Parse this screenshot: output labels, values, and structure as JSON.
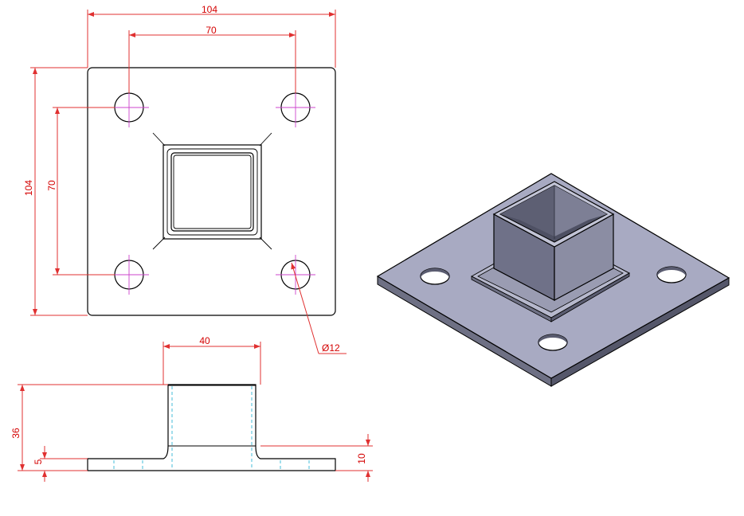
{
  "dimensions": {
    "top_width": "104",
    "top_hole_spacing_x": "70",
    "left_height": "104",
    "left_hole_spacing_y": "70",
    "hole_diameter": "Ø12",
    "tube_width": "40",
    "total_height": "36",
    "plate_thickness": "5",
    "boss_height": "10"
  },
  "colors": {
    "dimension": "#d40000",
    "centerline": "#cc44cc",
    "hidden_line": "#33b7d6",
    "plate_top": "#a8aac2",
    "plate_side": "#6e7084",
    "tube_front": "#6f7188",
    "tube_side": "#8b8da3",
    "tube_inner": "#4e5063"
  }
}
